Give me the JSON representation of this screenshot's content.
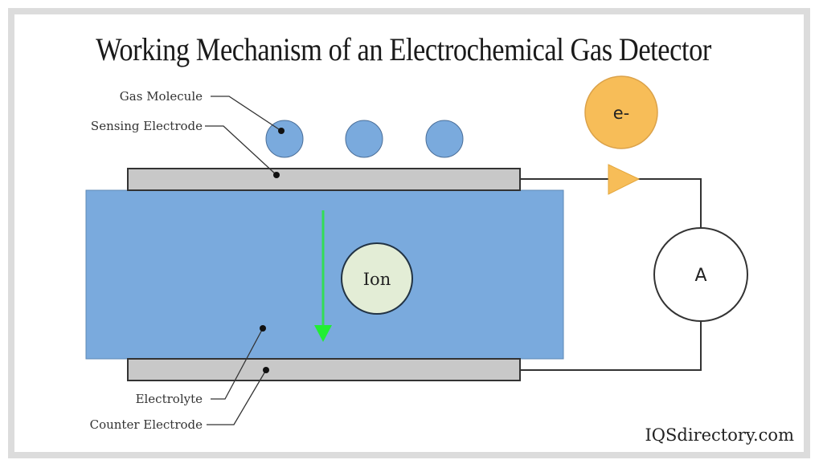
{
  "title": "Working Mechanism of an Electrochemical Gas Detector",
  "labels": {
    "gas_molecule": "Gas Molecule",
    "sensing_electrode": "Sensing Electrode",
    "electrolyte": "Electrolyte",
    "counter_electrode": "Counter Electrode"
  },
  "ion_label": "Ion",
  "electron_label": "e-",
  "ammeter_label": "A",
  "watermark": "IQSdirectory.com",
  "gas_molecule_count": 3,
  "colors": {
    "electrolyte": "#7aaadd",
    "electrode": "#c8c8c8",
    "gas_molecule": "#7aaadd",
    "ion": "#e3edd6",
    "electron": "#f7bd58",
    "arrow": "#22dd44",
    "frame": "#dcdcdc"
  }
}
